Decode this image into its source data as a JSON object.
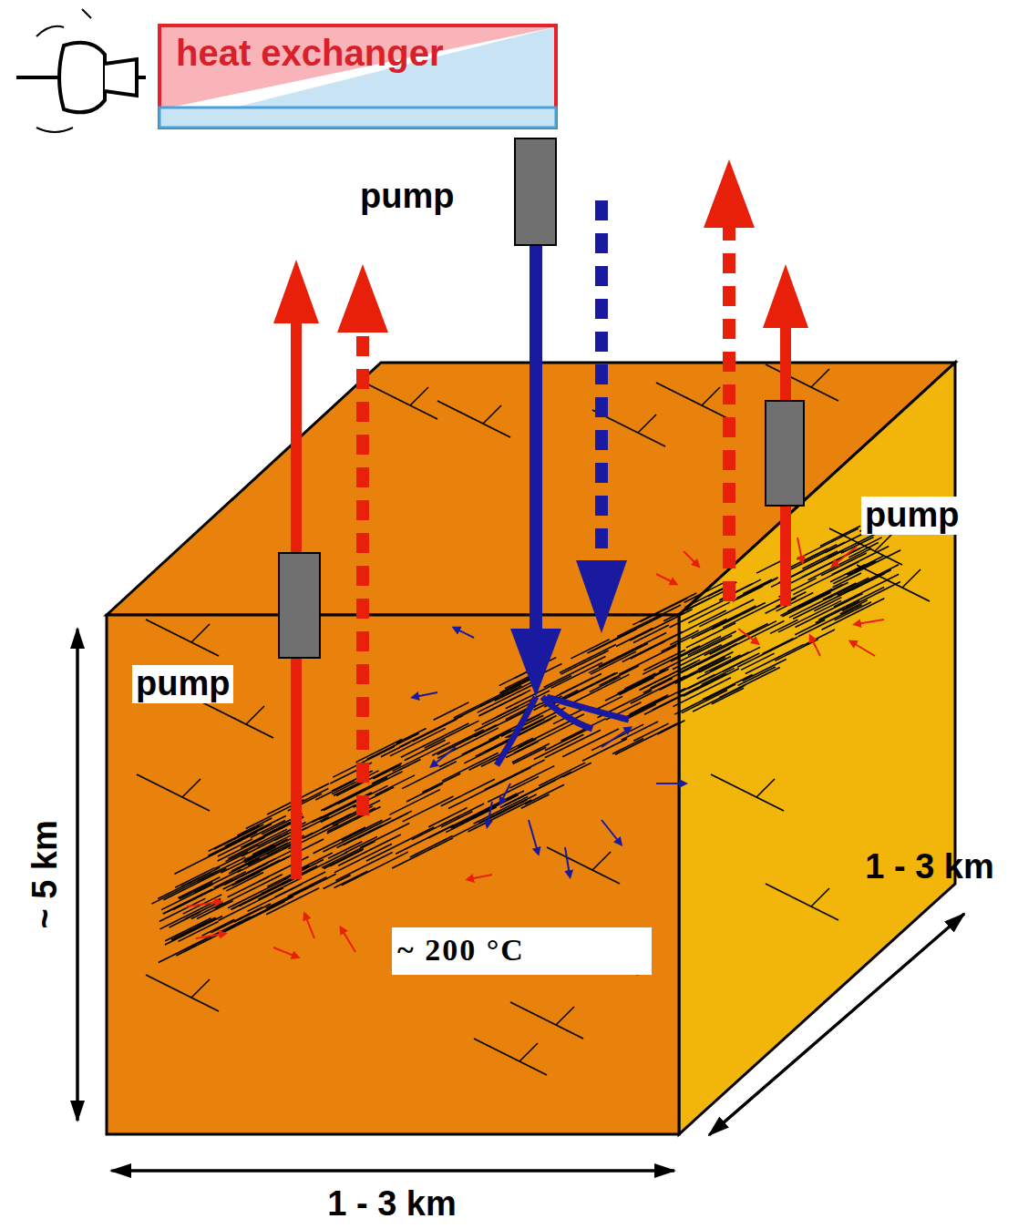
{
  "diagram": {
    "nodes": [
      {
        "text": [
          "heat exchanger"
        ]
      }
    ],
    "labels": [
      "pump",
      "pump",
      "pump",
      "~ 5 km",
      "1 - 3 km",
      "1 - 3 km",
      "~ 200 °C"
    ]
  }
}
